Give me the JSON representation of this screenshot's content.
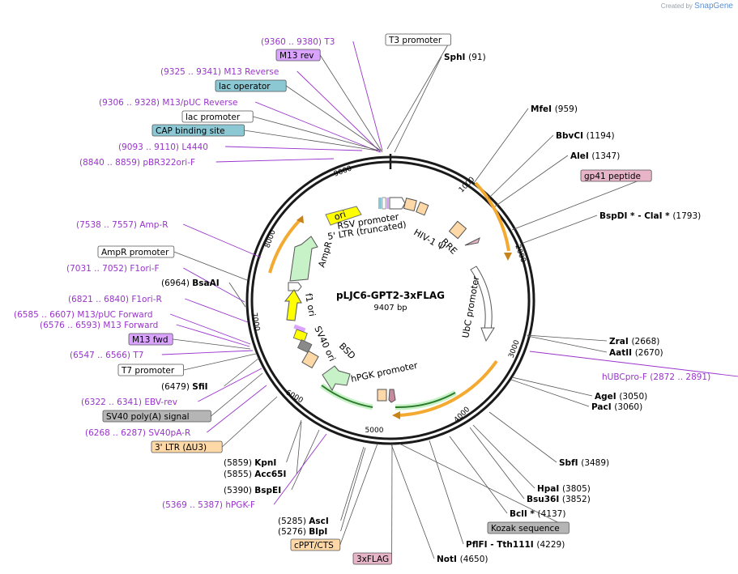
{
  "credit": {
    "prefix": "Created by",
    "brand": "SnapGene"
  },
  "plasmid": {
    "name": "pLJC6-GPT2-3xFLAG",
    "size": "9407 bp"
  },
  "colors": {
    "backbone": "#1a1a1a",
    "primer": "#9933cc",
    "site": "#000000",
    "orange": "#f4a930",
    "green": "#c7f2c7",
    "yellow": "#ffff00",
    "peach": "#ffd8a8",
    "violet": "#d9a3ff",
    "teal": "#8cc7d4",
    "grey": "#b5b5b5",
    "pink": "#e8b4c8"
  },
  "ticks": [
    "1000",
    "2000",
    "3000",
    "4000",
    "5000",
    "6000",
    "7000",
    "8000",
    "9000"
  ],
  "labels": [
    {
      "id": "t3p",
      "text": "(9360 .. 9380)  T3",
      "kind": "primer"
    },
    {
      "id": "t3prom",
      "text": "T3 promoter",
      "kind": "box-white"
    },
    {
      "id": "sphI",
      "name": "SphI",
      "pos": "(91)",
      "kind": "site"
    },
    {
      "id": "m13rev",
      "text": "M13 rev",
      "kind": "box-violet"
    },
    {
      "id": "m13reverse",
      "text": "(9325 .. 9341)  M13 Reverse",
      "kind": "primer"
    },
    {
      "id": "lacop",
      "text": "lac operator",
      "kind": "box-teal"
    },
    {
      "id": "m13puc",
      "text": "(9306 .. 9328)  M13/pUC Reverse",
      "kind": "primer"
    },
    {
      "id": "lacprom",
      "text": "lac promoter",
      "kind": "box-white"
    },
    {
      "id": "cap",
      "text": "CAP binding site",
      "kind": "box-teal"
    },
    {
      "id": "l4440",
      "text": "(9093 .. 9110)  L4440",
      "kind": "primer"
    },
    {
      "id": "pbr",
      "text": "(8840 .. 8859)  pBR322ori-F",
      "kind": "primer"
    },
    {
      "id": "mfeI",
      "name": "MfeI",
      "pos": "(959)",
      "kind": "site"
    },
    {
      "id": "bbvCI",
      "name": "BbvCI",
      "pos": "(1194)",
      "kind": "site"
    },
    {
      "id": "aleI",
      "name": "AleI",
      "pos": "(1347)",
      "kind": "site"
    },
    {
      "id": "gp41",
      "text": "gp41 peptide",
      "kind": "box-pink"
    },
    {
      "id": "bspDI",
      "name": "BspDI *  -  ClaI *",
      "pos": "(1793)",
      "kind": "site"
    },
    {
      "id": "ampR",
      "text": "(7538 .. 7557)  Amp-R",
      "kind": "primer"
    },
    {
      "id": "amprprom",
      "text": "AmpR promoter",
      "kind": "box-white"
    },
    {
      "id": "f1orif",
      "text": "(7031 .. 7052)  F1ori-F",
      "kind": "primer"
    },
    {
      "id": "bsaAI",
      "name": "BsaAI",
      "pos": "(6964)",
      "kind": "site-left"
    },
    {
      "id": "f1orir",
      "text": "(6821 .. 6840)  F1ori-R",
      "kind": "primer"
    },
    {
      "id": "m13pucf",
      "text": "(6585 .. 6607)  M13/pUC Forward",
      "kind": "primer"
    },
    {
      "id": "m13f",
      "text": "(6576 .. 6593)  M13 Forward",
      "kind": "primer"
    },
    {
      "id": "m13fwd",
      "text": "M13 fwd",
      "kind": "box-violet"
    },
    {
      "id": "t7p",
      "text": "(6547 .. 6566)  T7",
      "kind": "primer"
    },
    {
      "id": "t7prom",
      "text": "T7 promoter",
      "kind": "box-white"
    },
    {
      "id": "sfiI",
      "name": "SfiI",
      "pos": "(6479)",
      "kind": "site-left"
    },
    {
      "id": "ebv",
      "text": "(6322 .. 6341)  EBV-rev",
      "kind": "primer"
    },
    {
      "id": "sv40pa",
      "text": "SV40 poly(A) signal",
      "kind": "box-grey"
    },
    {
      "id": "sv40par",
      "text": "(6268 .. 6287)  SV40pA-R",
      "kind": "primer"
    },
    {
      "id": "ltr3",
      "text": "3' LTR (ΔU3)",
      "kind": "box-peach"
    },
    {
      "id": "kpnI",
      "name": "KpnI",
      "pos": "(5859)",
      "kind": "site-left"
    },
    {
      "id": "acc65I",
      "name": "Acc65I",
      "pos": "(5855)",
      "kind": "site-left"
    },
    {
      "id": "bspEI",
      "name": "BspEI",
      "pos": "(5390)",
      "kind": "site-left"
    },
    {
      "id": "hpgkf",
      "text": "(5369 .. 5387)  hPGK-F",
      "kind": "primer"
    },
    {
      "id": "ascI",
      "name": "AscI",
      "pos": "(5285)",
      "kind": "site-left"
    },
    {
      "id": "blpI",
      "name": "BlpI",
      "pos": "(5276)",
      "kind": "site-left"
    },
    {
      "id": "cppt",
      "text": "cPPT/CTS",
      "kind": "box-peach"
    },
    {
      "id": "flag",
      "text": "3xFLAG",
      "kind": "box-pink"
    },
    {
      "id": "notI",
      "name": "NotI",
      "pos": "(4650)",
      "kind": "site"
    },
    {
      "id": "pflFI",
      "name": "PflFI  -  Tth111I",
      "pos": "(4229)",
      "kind": "site"
    },
    {
      "id": "kozak",
      "text": "Kozak sequence",
      "kind": "box-grey"
    },
    {
      "id": "bclI",
      "name": "BclI *",
      "pos": "(4137)",
      "kind": "site"
    },
    {
      "id": "bsu36I",
      "name": "Bsu36I",
      "pos": "(3852)",
      "kind": "site"
    },
    {
      "id": "hpaI",
      "name": "HpaI",
      "pos": "(3805)",
      "kind": "site"
    },
    {
      "id": "sbfI",
      "name": "SbfI",
      "pos": "(3489)",
      "kind": "site"
    },
    {
      "id": "pacI",
      "name": "PacI",
      "pos": "(3060)",
      "kind": "site"
    },
    {
      "id": "ageI",
      "name": "AgeI",
      "pos": "(3050)",
      "kind": "site"
    },
    {
      "id": "hubc",
      "text": "hUBCpro-F    (2872 .. 2891)",
      "kind": "primer"
    },
    {
      "id": "aatII",
      "name": "AatII",
      "pos": "(2670)",
      "kind": "site"
    },
    {
      "id": "zraI",
      "name": "ZraI",
      "pos": "(2668)",
      "kind": "site"
    }
  ],
  "features": {
    "ori": "ori",
    "rsv": "RSV promoter",
    "ltr5": "5' LTR (truncated)",
    "hiv": "HIV-1 Ψ",
    "rre": "RRE",
    "ampR": "AmpR",
    "f1": "f1 ori",
    "ubc": "UbC promoter",
    "sv40ori": "SV40 ori",
    "bsd": "BSD",
    "hpgk": "hPGK promoter"
  }
}
